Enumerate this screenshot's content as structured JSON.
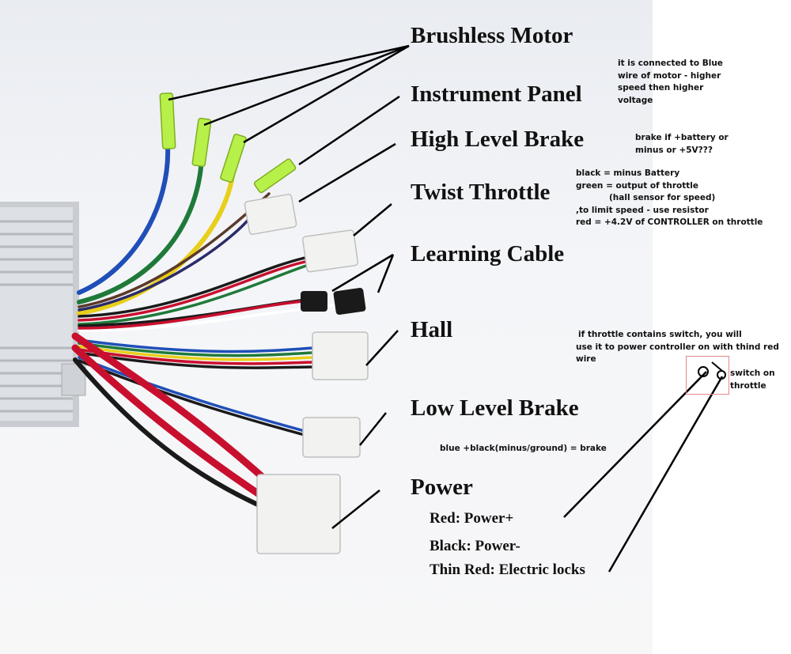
{
  "labels": {
    "brushless_motor": "Brushless Motor",
    "instrument_panel": "Instrument Panel",
    "high_level_brake": "High Level Brake",
    "twist_throttle": "Twist Throttle",
    "learning_cable": "Learning Cable",
    "hall": "Hall",
    "low_level_brake": "Low Level Brake",
    "power": "Power"
  },
  "power_details": {
    "red": "Red: Power+",
    "black": "Black: Power-",
    "thin_red": "Thin Red: Electric locks"
  },
  "notes": {
    "motor_note": [
      "it is connected to Blue",
      "wire of motor - higher",
      "speed then higher",
      "voltage"
    ],
    "brake_note": [
      "brake if +battery or",
      "minus or +5V???"
    ],
    "throttle_note": [
      "black = minus Battery",
      "green = output of throttle",
      "(hall sensor for speed)",
      ",to limit speed - use resistor",
      "red = +4.2V of CONTROLLER on throttle"
    ],
    "switch_note": [
      "if throttle contains switch, you will",
      "use it to power controller on with thind red",
      "wire"
    ],
    "switch_label": [
      "switch on",
      "throttle"
    ],
    "low_brake_note": "blue  +black(minus/ground) = brake"
  },
  "colors": {
    "wire_blue": "#1f4fb8",
    "wire_green": "#1f7a3a",
    "wire_yellow": "#e8cf1a",
    "wire_red": "#c8102e",
    "wire_black": "#1a1a1a",
    "connector_green": "#b8f04a",
    "switch_box": "#e38b8b"
  }
}
